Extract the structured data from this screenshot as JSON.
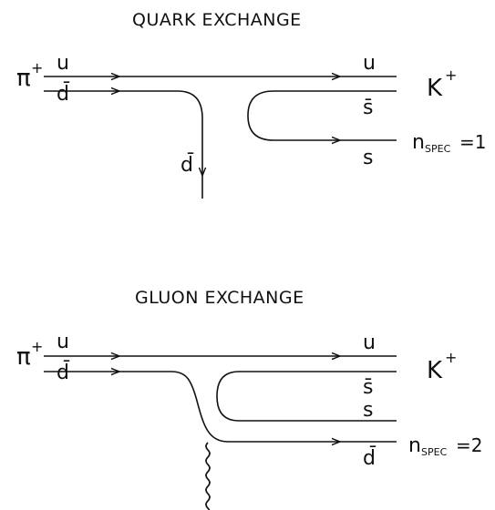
{
  "diagrams": [
    {
      "title": "QUARK EXCHANGE",
      "incoming": {
        "label": "π",
        "charge": "+",
        "quarks": [
          "u",
          "d̄"
        ]
      },
      "outgoing": {
        "label": "K",
        "charge": "+",
        "quarks": [
          "u",
          "s̄",
          "s"
        ]
      },
      "exchanged": "d̄",
      "spectator": {
        "n": "n",
        "sub": "SPEC",
        "value": "=1"
      }
    },
    {
      "title": "GLUON EXCHANGE",
      "incoming": {
        "label": "π",
        "charge": "+",
        "quarks": [
          "u",
          "d̄"
        ]
      },
      "outgoing": {
        "label": "K",
        "charge": "+",
        "quarks": [
          "u",
          "s̄",
          "s",
          "d̄"
        ]
      },
      "spectator": {
        "n": "n",
        "sub": "SPEC",
        "value": "=2"
      }
    }
  ]
}
